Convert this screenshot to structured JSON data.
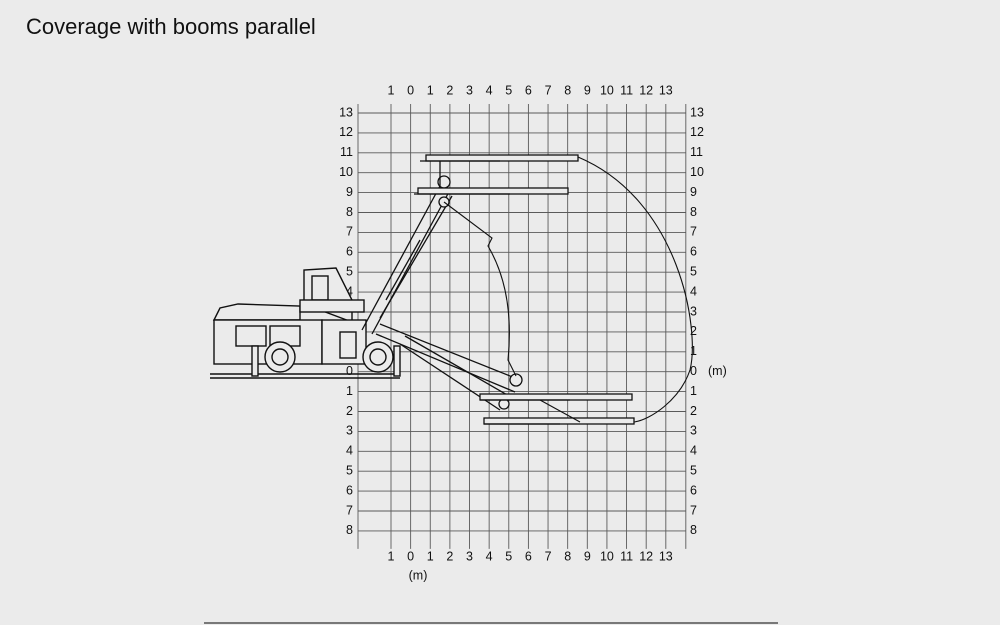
{
  "title": "Coverage with booms parallel",
  "x_tick_labels": [
    "1",
    "0",
    "1",
    "2",
    "3",
    "4",
    "5",
    "6",
    "7",
    "8",
    "9",
    "10",
    "11",
    "12",
    "13"
  ],
  "y_tick_labels": [
    "13",
    "12",
    "11",
    "10",
    "9",
    "8",
    "7",
    "6",
    "5",
    "4",
    "3",
    "2",
    "1",
    "0",
    "1",
    "2",
    "3",
    "4",
    "5",
    "6",
    "7",
    "8"
  ],
  "unit_label": "(m)",
  "colors": {
    "background": "#ebebeb",
    "grid": "#555555",
    "lines": "#111111"
  }
}
